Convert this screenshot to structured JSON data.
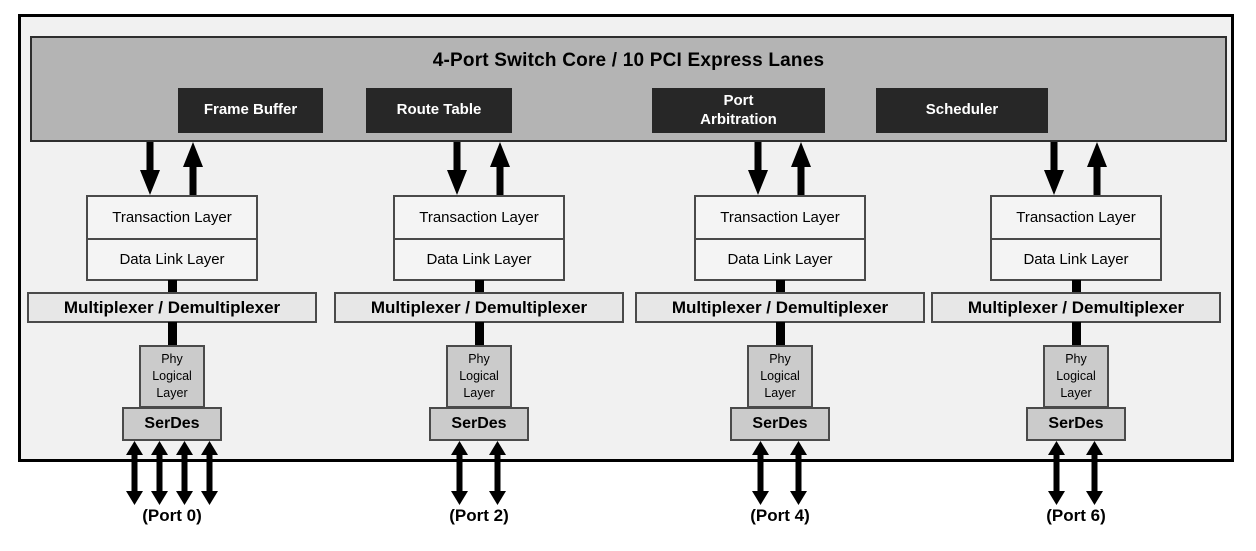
{
  "core": {
    "title": "4-Port Switch Core / 10 PCI Express Lanes",
    "blocks": [
      {
        "label": "Frame Buffer"
      },
      {
        "label": "Route Table"
      },
      {
        "label": "Port Arbitration"
      },
      {
        "label": "Scheduler"
      }
    ]
  },
  "columns": [
    {
      "transaction": "Transaction Layer",
      "data_link": "Data Link Layer",
      "mux": "Multiplexer / Demultiplexer",
      "phy": "Phy Logical Layer",
      "serdes": "SerDes",
      "port": "(Port 0)",
      "lanes": 4
    },
    {
      "transaction": "Transaction Layer",
      "data_link": "Data Link Layer",
      "mux": "Multiplexer / Demultiplexer",
      "phy": "Phy Logical Layer",
      "serdes": "SerDes",
      "port": "(Port 2)",
      "lanes": 2
    },
    {
      "transaction": "Transaction Layer",
      "data_link": "Data Link Layer",
      "mux": "Multiplexer / Demultiplexer",
      "phy": "Phy Logical Layer",
      "serdes": "SerDes",
      "port": "(Port 4)",
      "lanes": 2
    },
    {
      "transaction": "Transaction Layer",
      "data_link": "Data Link Layer",
      "mux": "Multiplexer / Demultiplexer",
      "phy": "Phy Logical Layer",
      "serdes": "SerDes",
      "port": "(Port 6)",
      "lanes": 2
    }
  ],
  "colors": {
    "core_bar": "#b4b4b4",
    "core_block": "#272727",
    "layer_box": "#f4f4f4",
    "mux_box": "#e7e7e7",
    "phy_box": "#cbcbcb",
    "frame_bg": "#f1f1f1",
    "arrow": "#000000"
  }
}
